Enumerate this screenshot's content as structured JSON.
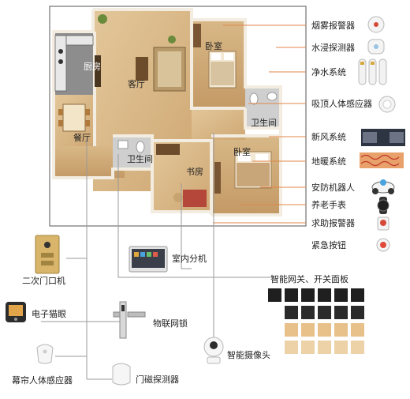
{
  "rooms": {
    "bedroom_top": "卧室",
    "kitchen": "厨房",
    "living_room": "客厅",
    "bathroom_right": "卫生间",
    "dining": "餐厅",
    "bathroom_left": "卫生间",
    "bedroom_bottom": "卧室",
    "study": "书房"
  },
  "right_devices": {
    "smoke_alarm": "烟雾报警器",
    "water_leak": "水浸探测器",
    "water_purifier": "净水系统",
    "ceiling_sensor": "吸顶人体感应器",
    "fresh_air": "新风系统",
    "floor_heating": "地暖系统",
    "security_robot": "安防机器人",
    "elderly_watch": "养老手表",
    "help_alarm": "求助报警器",
    "emergency_button": "紧急按钮"
  },
  "bottom_devices": {
    "door_phone": "二次门口机",
    "indoor_unit": "室内分机",
    "gateway_panel": "智能网关、开关面板",
    "peephole": "电子猫眼",
    "smart_lock": "物联网锁",
    "camera": "智能摄像头",
    "curtain_sensor": "幕帘人体感应器",
    "door_sensor": "门磁探测器"
  }
}
